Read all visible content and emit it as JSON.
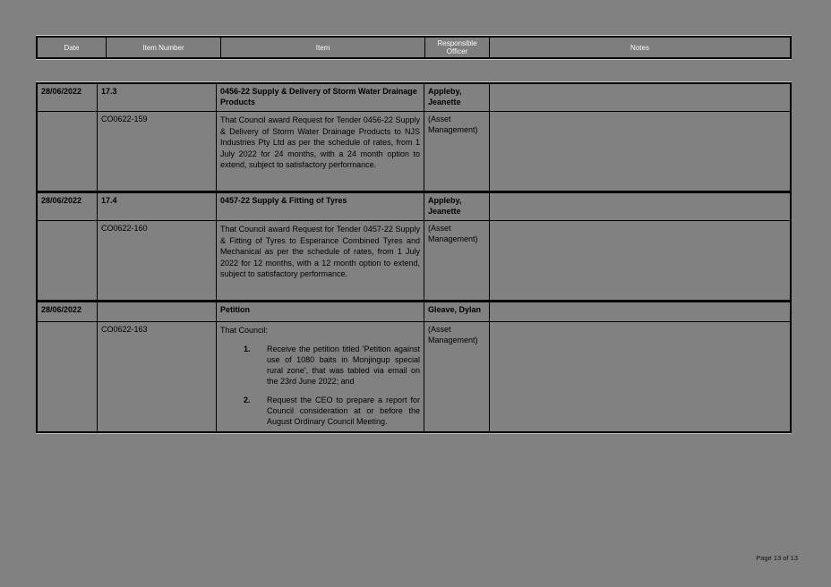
{
  "page": {
    "background": "#808080",
    "footer": "Page 13 of 13"
  },
  "table": {
    "columns": [
      "Date",
      "Item Number",
      "Item",
      "Responsible Officer",
      "Notes"
    ],
    "rows": [
      {
        "date": "28/06/2022",
        "item_no": "17.3",
        "title": "0456-22 Supply & Delivery of Storm Water Drainage Products",
        "officer": "Appleby, Jeanette",
        "motion_no": "CO0622-159",
        "body": "That Council award Request for Tender 0456-22 Supply & Delivery of Storm Water Drainage Products to NJS Industries Pty Ltd as per the schedule of rates, from 1 July 2022 for 24 months, with a 24 month option to extend, subject to satisfactory performance.",
        "department": "(Asset Management)",
        "notes": ""
      },
      {
        "date": "28/06/2022",
        "item_no": "17.4",
        "title": "0457-22 Supply & Fitting of Tyres",
        "officer": "Appleby, Jeanette",
        "motion_no": "CO0622-160",
        "body": "That Council award Request for Tender 0457-22 Supply & Fitting of Tyres to Esperance Combined Tyres and Mechanical as per the schedule of rates, from 1 July 2022 for 12 months, with a 12 month option to extend, subject to satisfactory performance.",
        "department": "(Asset Management)",
        "notes": ""
      },
      {
        "date": "28/06/2022",
        "item_no": "",
        "title": "Petition",
        "officer": "Gleave, Dylan",
        "motion_no": "CO0622-163",
        "body_intro": "That Council:",
        "list": [
          "Receive the petition titled 'Petition against use of 1080 baits in Monjingup special rural zone', that was tabled via email on the 23rd June 2022; and",
          "Request the CEO to prepare a report for Council consideration at or before the August Ordinary Council Meeting."
        ],
        "department": "(Asset Management)",
        "notes": ""
      }
    ]
  }
}
